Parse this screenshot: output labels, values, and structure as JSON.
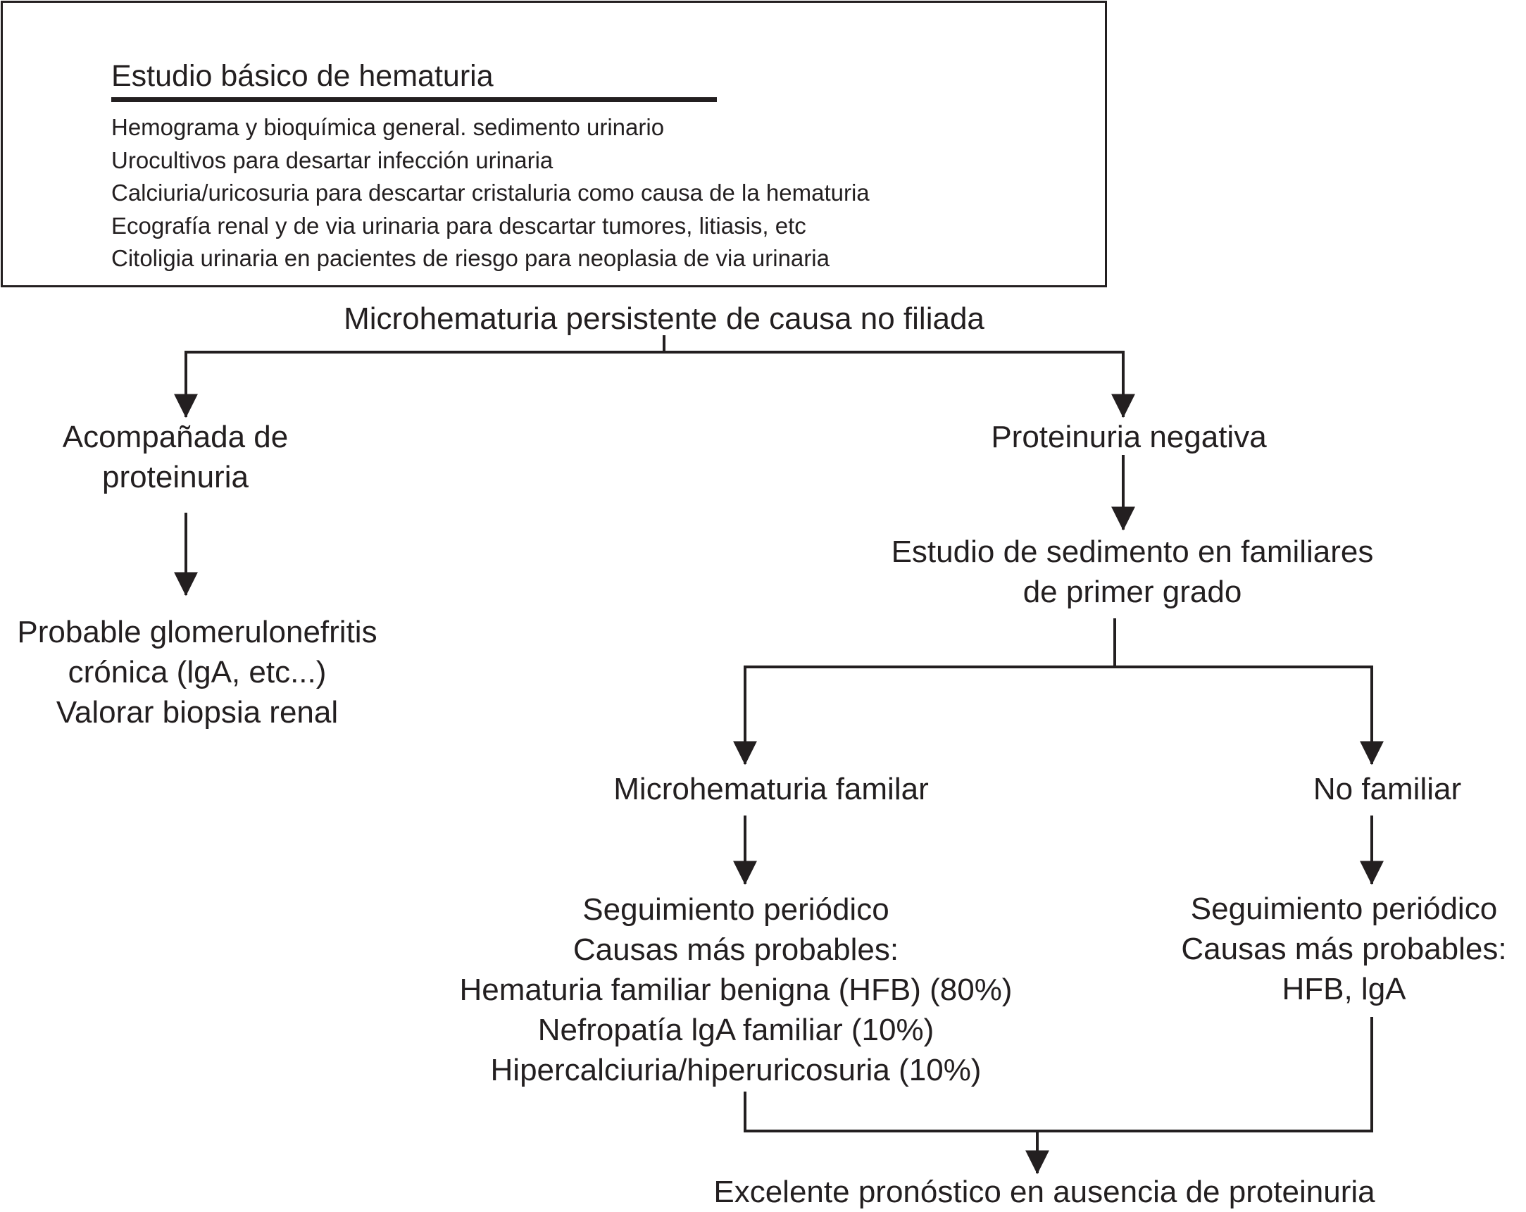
{
  "colors": {
    "ink": "#231f20",
    "background": "#ffffff"
  },
  "basic_study": {
    "title": "Estudio básico de hematuria",
    "items": [
      "Hemograma y bioquímica general. sedimento urinario",
      "Urocultivos para desartar infección urinaria",
      "Calciuria/uricosuria para descartar cristaluria como causa de la hematuria",
      "Ecografía renal y de via urinaria para descartar tumores, litiasis, etc",
      "Citoligia urinaria en pacientes de riesgo para neoplasia de via urinaria"
    ]
  },
  "nodes": {
    "root": {
      "lines": [
        "Microhematuria persistente de causa no filiada"
      ]
    },
    "with_proteinuria": {
      "lines": [
        "Acompañada de",
        "proteinuria"
      ]
    },
    "glomerulonephritis": {
      "lines": [
        "Probable glomerulonefritis",
        "crónica (lgA, etc...)",
        "Valorar biopsia renal"
      ]
    },
    "negative_proteinuria": {
      "lines": [
        "Proteinuria negativa"
      ]
    },
    "family_study": {
      "lines": [
        "Estudio de sedimento en familiares",
        "de primer grado"
      ]
    },
    "familial": {
      "lines": [
        "Microhematuria familar"
      ]
    },
    "non_familial": {
      "lines": [
        "No familiar"
      ]
    },
    "familial_followup": {
      "lines": [
        "Seguimiento periódico",
        "Causas más probables:",
        "Hematuria familiar benigna (HFB) (80%)",
        "Nefropatía lgA familiar (10%)",
        "Hipercalciuria/hiperuricosuria (10%)"
      ]
    },
    "non_familial_followup": {
      "lines": [
        "Seguimiento periódico",
        "Causas más probables:",
        "HFB, lgA"
      ]
    },
    "prognosis": {
      "lines": [
        "Excelente pronóstico en ausencia de proteinuria"
      ]
    }
  }
}
